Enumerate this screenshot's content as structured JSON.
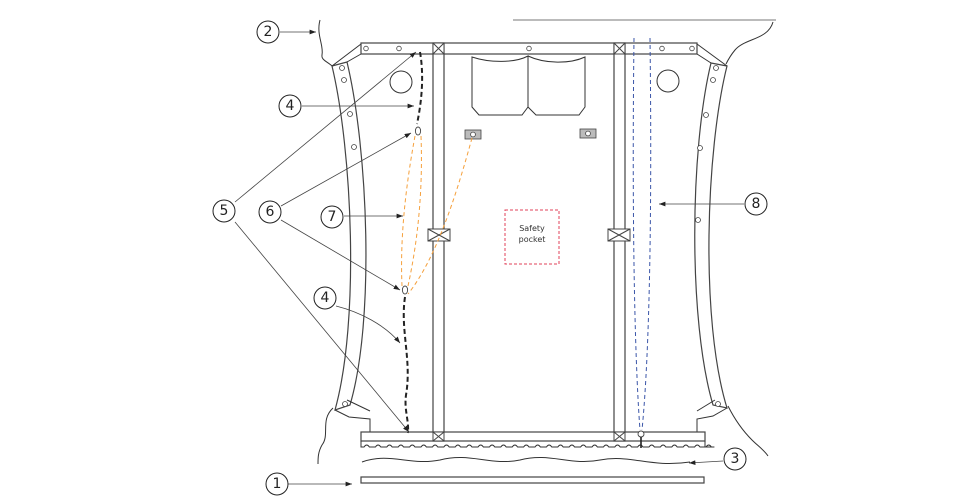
{
  "colors": {
    "orange_line": "#f5a03c",
    "blue_line": "#3a55a8",
    "safety_pocket": "#e0405a",
    "frame": "#444444"
  },
  "callouts": [
    {
      "id": "c1",
      "label": "1"
    },
    {
      "id": "c2",
      "label": "2"
    },
    {
      "id": "c3",
      "label": "3"
    },
    {
      "id": "c4a",
      "label": "4"
    },
    {
      "id": "c4b",
      "label": "4"
    },
    {
      "id": "c5",
      "label": "5"
    },
    {
      "id": "c6",
      "label": "6"
    },
    {
      "id": "c7",
      "label": "7"
    },
    {
      "id": "c8",
      "label": "8"
    }
  ],
  "safety_pocket": {
    "line1": "Safety",
    "line2": "pocket"
  }
}
